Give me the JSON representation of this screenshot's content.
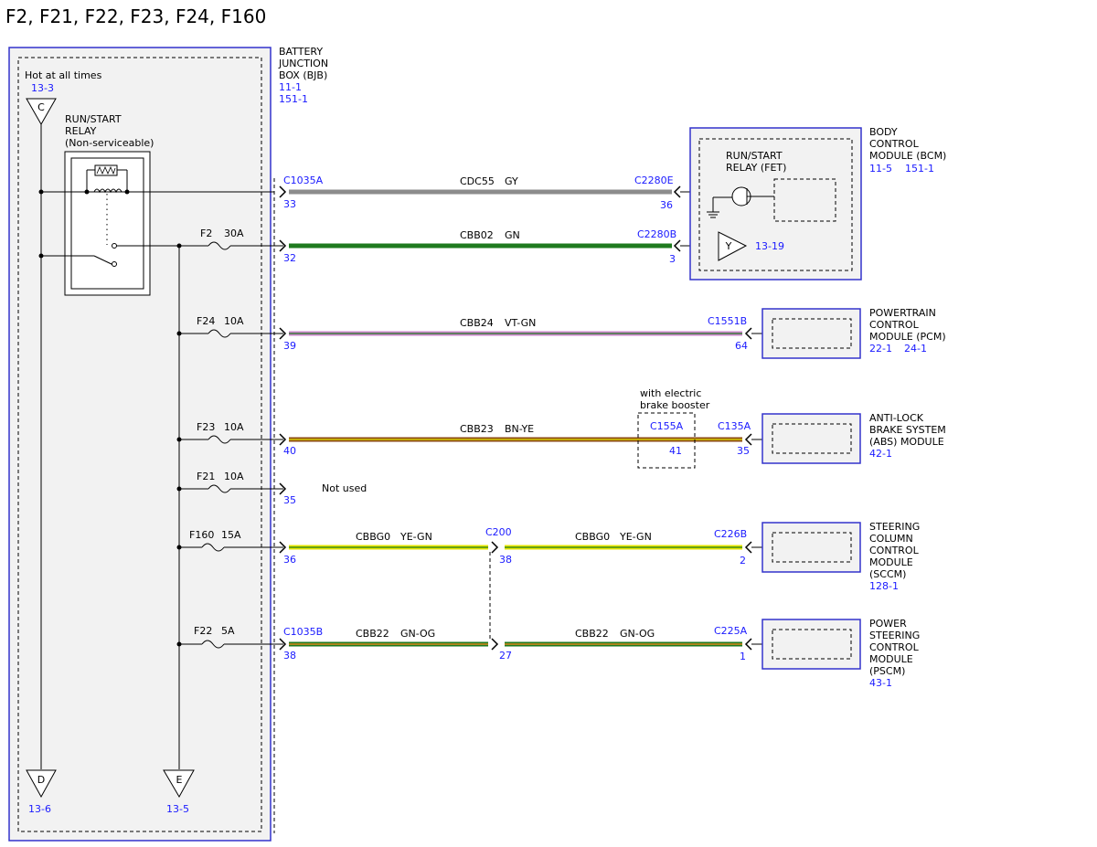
{
  "title": "F2, F21, F22, F23, F24, F160",
  "colors": {
    "border_blue": "#3333cc",
    "ref_blue": "#1a1aff",
    "box_fill": "#f2f2f2",
    "gray": "#8c8c8c",
    "green": "#1f7a1f",
    "violet": "#cc88cc",
    "brown": "#8b4a14",
    "yellow": "#e6e600",
    "orange": "#ff8c1a"
  },
  "bjb": {
    "name": [
      "BATTERY",
      "JUNCTION",
      "BOX (BJB)"
    ],
    "refs": [
      "11-1",
      "151-1"
    ],
    "hot_label": "Hot at all times",
    "hot_ref": "13-3",
    "conn_c": "C",
    "conn_d": "D",
    "conn_d_ref": "13-6",
    "conn_e": "E",
    "conn_e_ref": "13-5",
    "relay_label": [
      "RUN/START",
      "RELAY",
      "(Non-serviceable)"
    ]
  },
  "fuses": [
    {
      "name": "F2",
      "rating": "30A"
    },
    {
      "name": "F24",
      "rating": "10A"
    },
    {
      "name": "F23",
      "rating": "10A"
    },
    {
      "name": "F21",
      "rating": "10A"
    },
    {
      "name": "F160",
      "rating": "15A"
    },
    {
      "name": "F22",
      "rating": "5A"
    }
  ],
  "bjb_connectors": {
    "c1035a": "C1035A",
    "c1035b": "C1035B"
  },
  "bjb_pins": [
    "33",
    "32",
    "39",
    "40",
    "35",
    "36",
    "38"
  ],
  "not_used": "Not used",
  "circuits": [
    {
      "circuit": "CDC55",
      "color": "GY",
      "conn": "C2280E",
      "pin": "36"
    },
    {
      "circuit": "CBB02",
      "color": "GN",
      "conn": "C2280B",
      "pin": "3"
    },
    {
      "circuit": "CBB24",
      "color": "VT-GN",
      "conn": "C1551B",
      "pin": "64"
    },
    {
      "circuit": "CBB23",
      "color": "BN-YE",
      "conn": "C135A",
      "pin": "35"
    },
    {
      "circuit": "CBBG0",
      "color": "YE-GN",
      "conn": "C226B",
      "pin": "2"
    },
    {
      "circuit": "CBB22",
      "color": "GN-OG",
      "conn": "C225A",
      "pin": "1"
    }
  ],
  "c200": {
    "name": "C200",
    "pin_upper": "38",
    "pin_lower": "27",
    "left_circuit": "CBBG0",
    "left_color": "YE-GN",
    "left_circuit2": "CBB22",
    "left_color2": "GN-OG"
  },
  "c155a": {
    "note": [
      "with electric",
      "brake booster"
    ],
    "name": "C155A",
    "pin": "41"
  },
  "modules": {
    "bcm": {
      "lines": [
        "BODY",
        "CONTROL",
        "MODULE (BCM)"
      ],
      "refs": [
        "11-5",
        "151-1"
      ],
      "inner_label": [
        "RUN/START",
        "RELAY (FET)"
      ],
      "y_ref": "13-19",
      "y_letter": "Y"
    },
    "pcm": {
      "lines": [
        "POWERTRAIN",
        "CONTROL",
        "MODULE (PCM)"
      ],
      "refs": [
        "22-1",
        "24-1"
      ]
    },
    "abs": {
      "lines": [
        "ANTI-LOCK",
        "BRAKE SYSTEM",
        "(ABS) MODULE"
      ],
      "refs": [
        "42-1"
      ]
    },
    "sccm": {
      "lines": [
        "STEERING",
        "COLUMN",
        "CONTROL",
        "MODULE",
        "(SCCM)"
      ],
      "refs": [
        "128-1"
      ]
    },
    "pscm": {
      "lines": [
        "POWER",
        "STEERING",
        "CONTROL",
        "MODULE",
        "(PSCM)"
      ],
      "refs": [
        "43-1"
      ]
    }
  }
}
